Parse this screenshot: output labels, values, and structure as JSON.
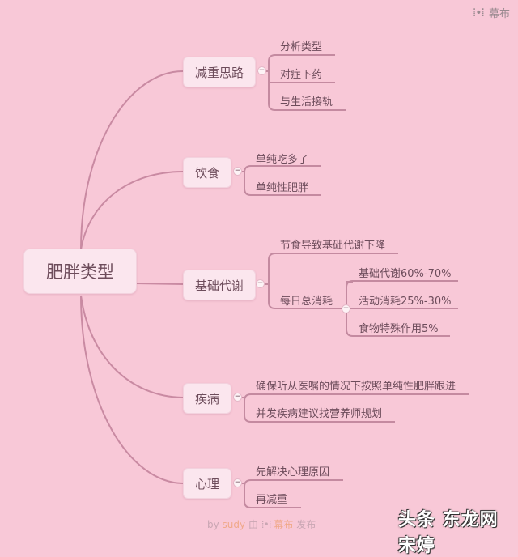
{
  "brand": {
    "logo_icon": "mubu-logo-icon",
    "name": "幕布"
  },
  "mindmap": {
    "root": "肥胖类型",
    "branches": [
      {
        "label": "减重思路",
        "children": [
          "分析类型",
          "对症下药",
          "与生活接轨"
        ]
      },
      {
        "label": "饮食",
        "children": [
          "单纯吃多了",
          "单纯性肥胖"
        ]
      },
      {
        "label": "基础代谢",
        "children": [
          {
            "label": "节食导致基础代谢下降"
          },
          {
            "label": "每日总消耗",
            "children": [
              "基础代谢60%-70%",
              "活动消耗25%-30%",
              "食物特殊作用5%"
            ]
          }
        ]
      },
      {
        "label": "疾病",
        "children": [
          "确保听从医嘱的情况下按照单纯性肥胖跟进",
          "并发疾病建议找营养师规划"
        ]
      },
      {
        "label": "心理",
        "children": [
          "先解决心理原因",
          "再减重"
        ]
      }
    ]
  },
  "toggle_symbol": "−",
  "footer": {
    "by": "by",
    "user": "sudy",
    "via": "由",
    "brand": "幕布",
    "published": "发布"
  },
  "watermark": "头条 东龙网 宋婷",
  "colors": {
    "background": "#f8c8d7",
    "node_fill": "#fbe6ee",
    "line": "#c98aa2",
    "text": "#6d4c5b"
  }
}
